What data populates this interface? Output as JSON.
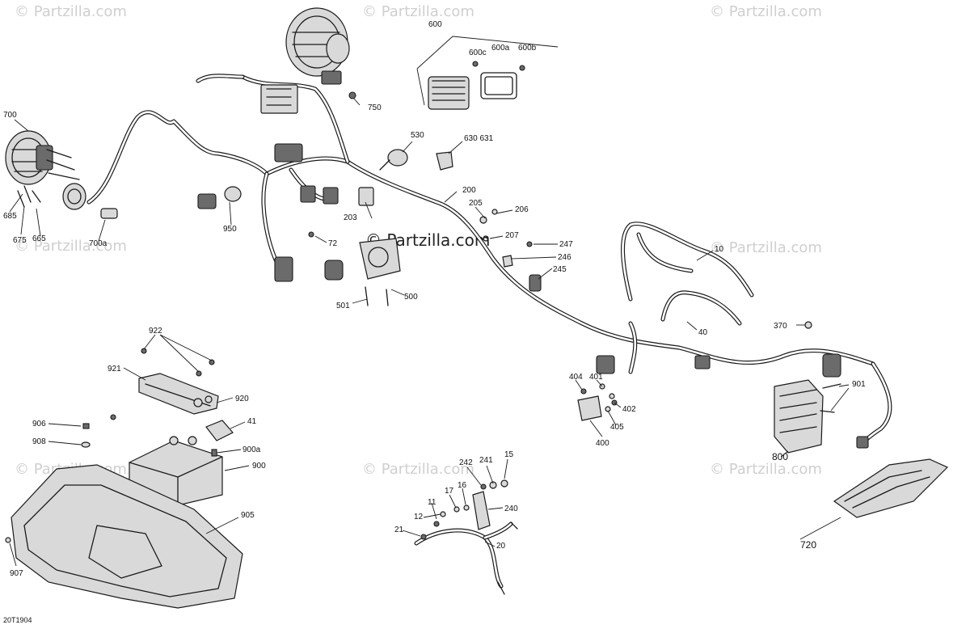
{
  "watermark": {
    "corner_text": "© Partzilla.com",
    "center_text": "© Partzilla.com"
  },
  "figure_code": "20T1904",
  "callouts": {
    "c600": "600",
    "c600c": "600c",
    "c600a": "600a",
    "c600b": "600b",
    "c700": "700",
    "c750": "750",
    "c530": "530",
    "c630": "630 631",
    "c200": "200",
    "c205": "205",
    "c206": "206",
    "c207": "207",
    "c203": "203",
    "c950": "950",
    "c72": "72",
    "c247": "247",
    "c246": "246",
    "c245": "245",
    "c10": "10",
    "c685": "685",
    "c675": "675",
    "c665": "665",
    "c700a": "700a",
    "c501": "501",
    "c500": "500",
    "c40": "40",
    "c370": "370",
    "c922": "922",
    "c921": "921",
    "c920": "920",
    "c404": "404",
    "c401": "401",
    "c402": "402",
    "c405": "405",
    "c400": "400",
    "c901": "901",
    "c906": "906",
    "c41": "41",
    "c908": "908",
    "c900a": "900a",
    "c900": "900",
    "c800": "800",
    "c242": "242",
    "c241": "241",
    "c15": "15",
    "c17": "17",
    "c16": "16",
    "c240": "240",
    "c11": "11",
    "c12": "12",
    "c905": "905",
    "c21": "21",
    "c20": "20",
    "c907": "907",
    "c720": "720"
  }
}
